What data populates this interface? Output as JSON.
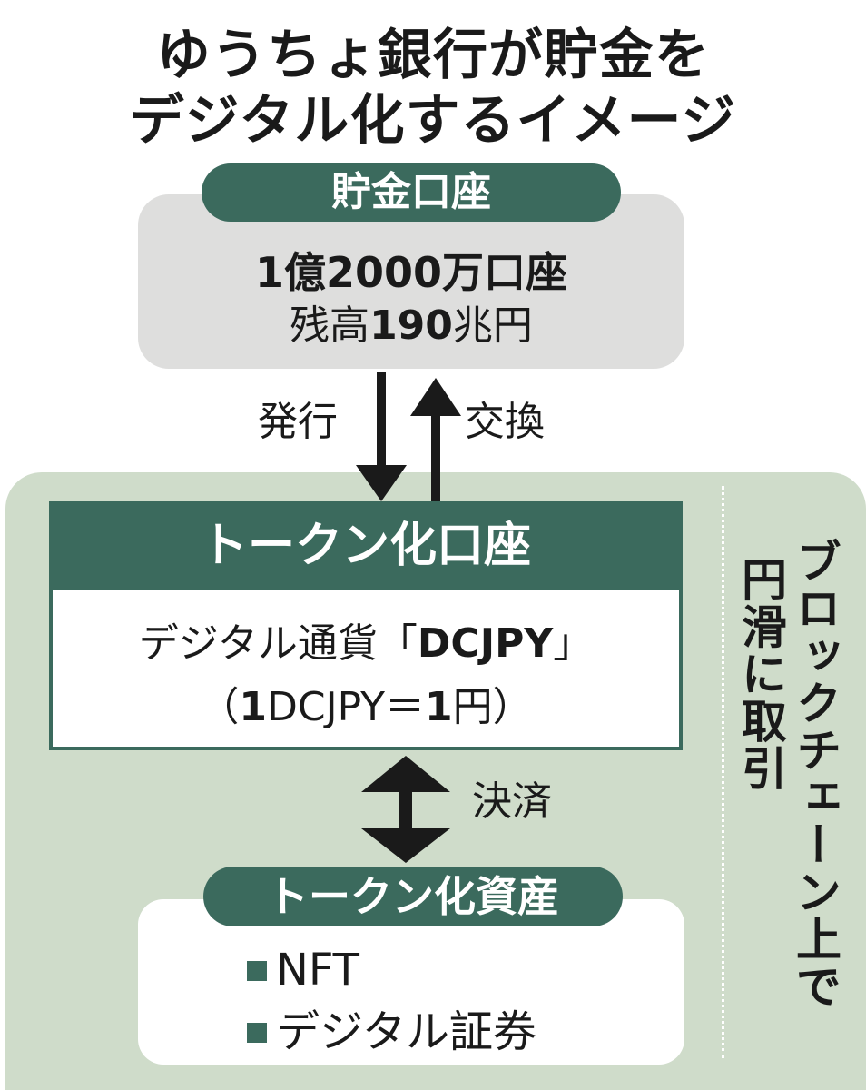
{
  "title": {
    "line1": "ゆうちょ銀行が貯金を",
    "line2": "デジタル化するイメージ"
  },
  "savings": {
    "label": "貯金口座",
    "line1": "1億2000万口座",
    "line2_prefix": "残高",
    "line2_value": "190",
    "line2_suffix": "兆円"
  },
  "arrows": {
    "issue": "発行",
    "exchange": "交換",
    "settlement": "決済"
  },
  "token_account": {
    "label": "トークン化口座",
    "line1_prefix": "デジタル通貨「",
    "line1_name": "DCJPY",
    "line1_suffix": "」",
    "line2_open": "（",
    "line2_qty1": "1",
    "line2_unit1": "DCJPY＝",
    "line2_qty2": "1",
    "line2_unit2": "円）"
  },
  "assets": {
    "label": "トークン化資産",
    "items": [
      "NFT",
      "デジタル証券"
    ]
  },
  "blockchain_note": {
    "col1": "ブロックチェーン上で",
    "col2": "円滑に取引"
  },
  "colors": {
    "dark_green": "#3b6a5d",
    "light_green": "#cfdcca",
    "gray": "#dededd"
  }
}
